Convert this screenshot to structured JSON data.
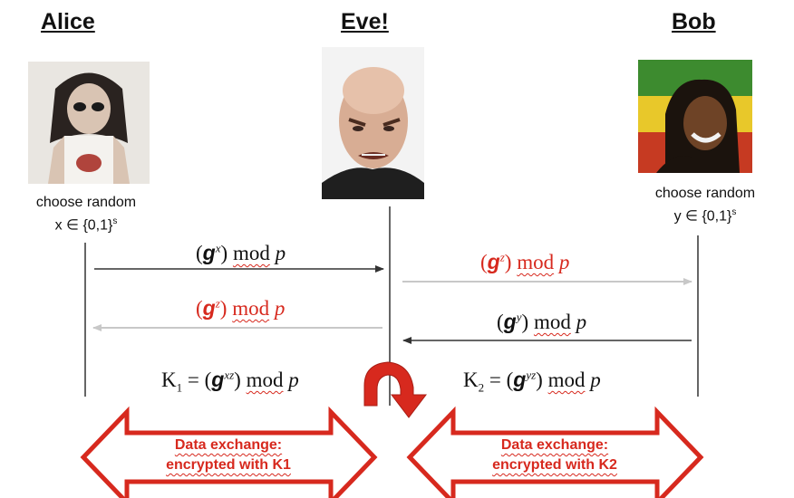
{
  "parties": {
    "alice": {
      "name": "Alice",
      "caption_line1": "choose random",
      "caption_line2": "x ∈ {0,1}",
      "caption_sup": "s"
    },
    "eve": {
      "name": "Eve!"
    },
    "bob": {
      "name": "Bob",
      "caption_line1": "choose random",
      "caption_line2": "y ∈ {0,1}",
      "caption_sup": "s"
    }
  },
  "messages": {
    "m1": {
      "open": "(",
      "g": "g",
      "exp": "x",
      "close": ")",
      "mod": "mod",
      "p": "p"
    },
    "m2": {
      "open": "(",
      "g": "g",
      "exp": "z",
      "close": ")",
      "mod": "mod",
      "p": "p"
    },
    "m3": {
      "open": "(",
      "g": "g",
      "exp": "z",
      "close": ")",
      "mod": "mod",
      "p": "p"
    },
    "m4": {
      "open": "(",
      "g": "g",
      "exp": "y",
      "close": ")",
      "mod": "mod",
      "p": "p"
    }
  },
  "keys": {
    "k1": {
      "k": "K",
      "sub": "1",
      "eq": " = (",
      "g": "g",
      "exp": "xz",
      "close": ")",
      "mod": "mod",
      "p": "p"
    },
    "k2": {
      "k": "K",
      "sub": "2",
      "eq": " = (",
      "g": "g",
      "exp": "yz",
      "close": ")",
      "mod": "mod",
      "p": "p"
    }
  },
  "exchanges": {
    "left": {
      "line1": "Data exchange:",
      "line2": "encrypted with K1"
    },
    "right": {
      "line1": "Data exchange:",
      "line2": "encrypted with K2"
    }
  },
  "colors": {
    "accent": "#d7291e",
    "line": "#333333",
    "faded": "#c8c8c8"
  }
}
